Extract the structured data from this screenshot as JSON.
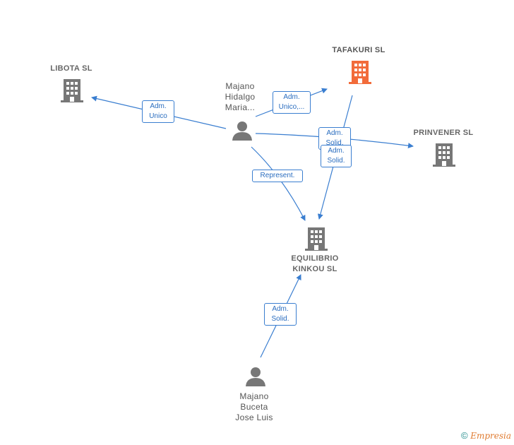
{
  "nodes": {
    "libota": {
      "label": "LIBOTA  SL",
      "color": "#777777"
    },
    "tafakuri": {
      "label": "TAFAKURI  SL",
      "color": "#f26b3a"
    },
    "prinvener": {
      "label": "PRINVENER SL",
      "color": "#777777"
    },
    "equilibrio": {
      "label": "EQUILIBRIO\nKINKOU  SL",
      "color": "#777777"
    },
    "majano_maria": {
      "label": "Majano\nHidalgo\nMaria..."
    },
    "majano_jose": {
      "label": "Majano\nBuceta\nJose Luis"
    }
  },
  "edges": {
    "to_libota": "Adm.\nUnico",
    "to_tafakuri": "Adm.\nUnico,...",
    "to_prinvener": "Adm.\nSolid.",
    "tafakuri_to_equilibrio": "Adm.\nSolid.",
    "maria_to_equilibrio": "Represent.",
    "jose_to_equilibrio": "Adm.\nSolid."
  },
  "colors": {
    "edge": "#3a7ed0",
    "person": "#777777"
  },
  "footer": {
    "copyright": "©",
    "brand": "Empresia"
  }
}
